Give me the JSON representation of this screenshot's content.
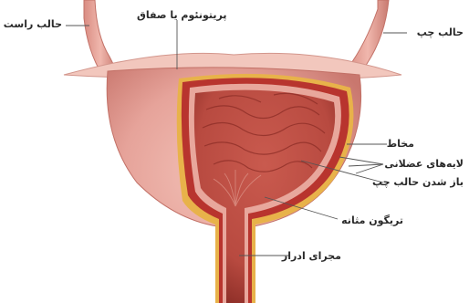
{
  "labels": {
    "ureter_right": "حالب راست",
    "peritoneum": "پریتونئوم یا صفاق",
    "ureter_left": "حالب چپ",
    "mucosa": "مخاط",
    "muscle_layers": "لایه‌های عضلانی",
    "ureter_opening": "باز شدن حالب چپ",
    "trigone": "تریگون مثانه",
    "urethra": "مجرای ادرار"
  },
  "colors": {
    "outer_wall": "#e6a39a",
    "outer_wall_shade": "#c9776e",
    "muscle_layer": "#b8342e",
    "fat_layer": "#e8b24a",
    "inner_cavity": "#b84a40",
    "inner_dark": "#8f2f28",
    "leader_line": "#555555"
  }
}
